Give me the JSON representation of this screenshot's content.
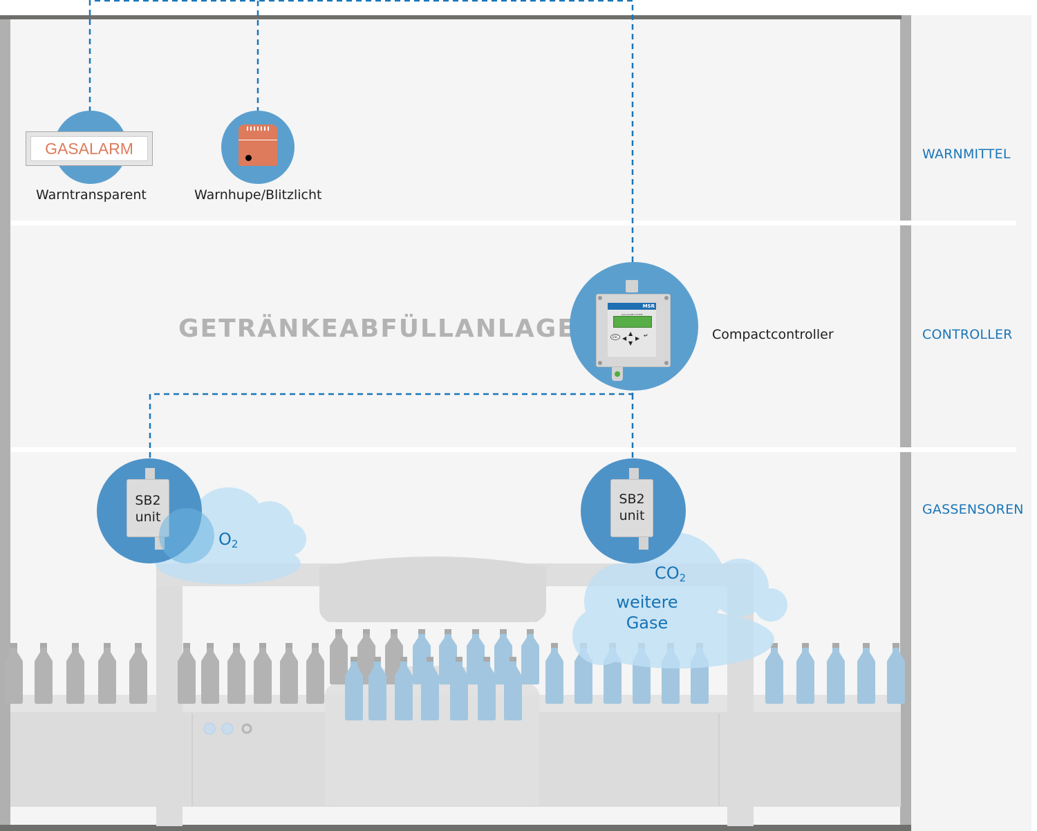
{
  "diagram": {
    "title": "GETRÄNKEABFÜLLANLAGE",
    "zones": [
      {
        "id": "warnmittel",
        "label": "WARNMITTEL"
      },
      {
        "id": "controller",
        "label": "CONTROLLER"
      },
      {
        "id": "gassensoren",
        "label": "GASSENSOREN"
      }
    ],
    "warning_devices": [
      {
        "id": "warntransparent",
        "label": "Warntransparent",
        "sign_text": "GASALARM"
      },
      {
        "id": "warnhupe",
        "label": "Warnhupe/Blitzlicht"
      }
    ],
    "controller": {
      "label": "Compactcontroller",
      "brand": "MSR",
      "screen_caption": "GAS-ALARM-SYSTEM",
      "button_esc": "ESC"
    },
    "sensors": [
      {
        "id": "sensor-o2",
        "line1": "SB2",
        "line2": "unit",
        "gases": [
          {
            "base": "O",
            "sub": "2"
          }
        ]
      },
      {
        "id": "sensor-co2",
        "line1": "SB2",
        "line2": "unit",
        "gases": [
          {
            "base": "CO",
            "sub": "2"
          }
        ],
        "extra_line1": "weitere",
        "extra_line2": "Gase"
      }
    ],
    "connections": [
      {
        "from": "controller",
        "to": "warntransparent"
      },
      {
        "from": "controller",
        "to": "warnhupe"
      },
      {
        "from": "controller",
        "to": "sensor-o2"
      },
      {
        "from": "controller",
        "to": "sensor-co2"
      }
    ],
    "colors": {
      "accent_blue": "#1a76b8",
      "circle_blue": "#5b9fce",
      "cloud_blue": "#bfe0f5",
      "alarm_orange": "#de7b5c",
      "bottle_gray": "#b3b3b3",
      "bottle_blue": "#a2c6df",
      "machine_gray": "#dcdcdc"
    }
  }
}
